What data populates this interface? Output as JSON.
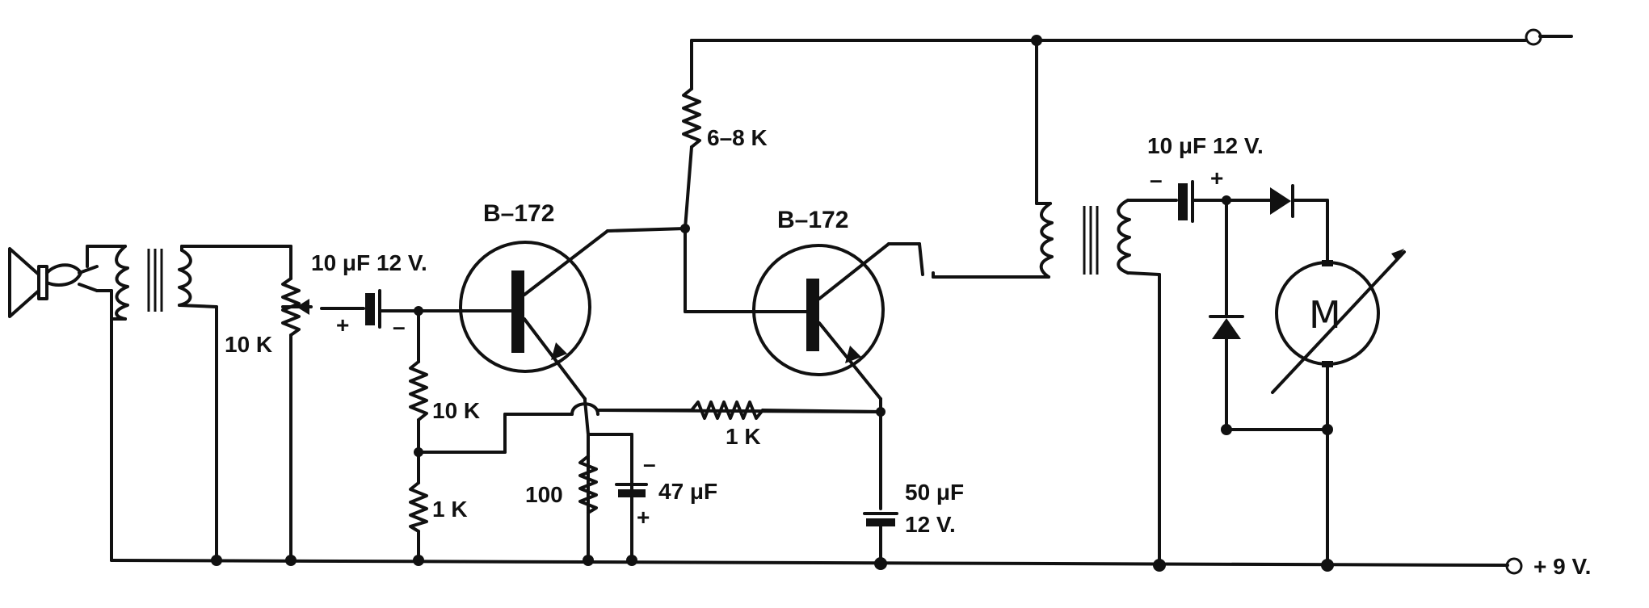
{
  "labels": {
    "q1": "B–172",
    "q2": "B–172",
    "r_6_8k": "6–8 K",
    "r_10k_pot": "10 K",
    "c_in": "10 μF 12 V.",
    "c_in_plus": "+",
    "c_in_minus": "–",
    "r_10k_bias": "10 K",
    "r_1k_bias": "1 K",
    "r_100": "100",
    "c_47": "47 μF",
    "c_47_minus": "–",
    "c_47_plus": "+",
    "r_1k_fb": "1 K",
    "c_50_line1": "50 μF",
    "c_50_line2": "12 V.",
    "c_out": "10 μF 12 V.",
    "c_out_minus": "–",
    "c_out_plus": "+",
    "motor": "M",
    "term_neg": "–",
    "term_pos": "+ 9 V."
  }
}
